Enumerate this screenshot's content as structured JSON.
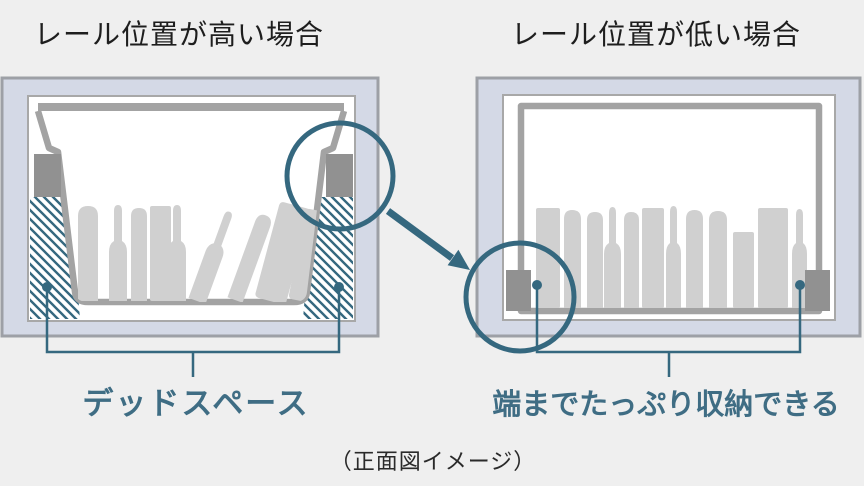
{
  "panels": {
    "left": {
      "title": "レール位置が高い場合",
      "label": "デッドスペース"
    },
    "right": {
      "title": "レール位置が低い場合",
      "label": "端までたっぷり収納できる"
    }
  },
  "caption": "（正面図イメージ）",
  "colors": {
    "accent_teal": "#35687f",
    "label_teal": "#3f6d84",
    "cabinet_fill": "#d4d9e6",
    "cabinet_border": "#9da0a6",
    "basket_gray": "#a3a3a3",
    "rail_gray": "#919191",
    "item_gray": "#d0d0d0",
    "title_text": "#1e1e1e",
    "page_bg": "#efefef"
  },
  "icons": {
    "magnifier_left": "magnifier-circle-icon",
    "magnifier_right": "magnifier-circle-icon",
    "arrow": "zoom-arrow-icon"
  }
}
